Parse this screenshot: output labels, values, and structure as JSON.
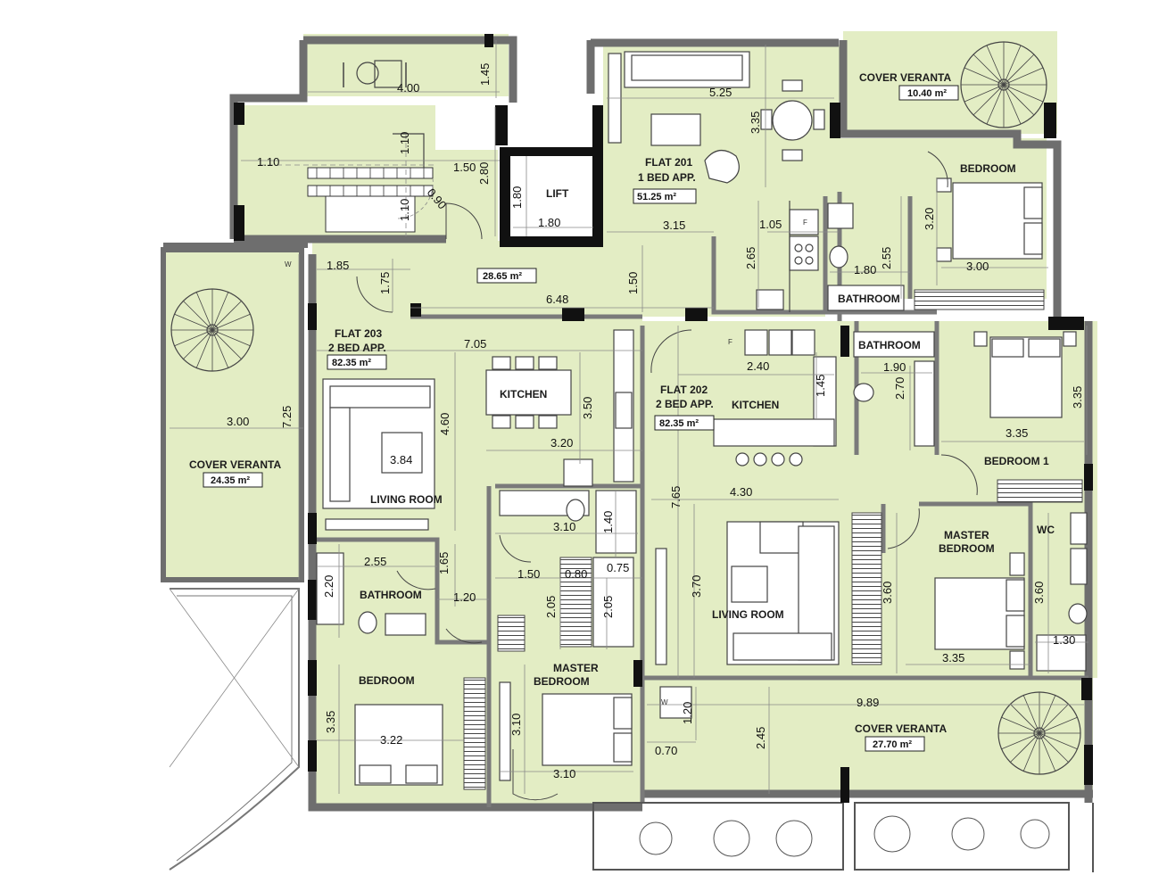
{
  "flats": {
    "f201": {
      "name": "FLAT 201",
      "type": "1 BED APP.",
      "area": "51.25 m²"
    },
    "f202": {
      "name": "FLAT 202",
      "type": "2 BED APP.",
      "area": "82.35 m²"
    },
    "f203": {
      "name": "FLAT 203",
      "type": "2 BED APP.",
      "area": "82.35 m²"
    }
  },
  "rooms": {
    "lift": "LIFT",
    "corridor_area": "28.65 m²",
    "kitchen_203": "KITCHEN",
    "kitchen_202": "KITCHEN",
    "living_203": "LIVING ROOM",
    "living_202": "LIVING ROOM",
    "bathroom_203": "BATHROOM",
    "bathroom_201": "BATHROOM",
    "bathroom_202": "BATHROOM",
    "bedroom_201": "BEDROOM",
    "bedroom_203": "BEDROOM",
    "bedroom1_202": "BEDROOM 1",
    "master_203": [
      "MASTER",
      "BEDROOM"
    ],
    "master_202": [
      "MASTER",
      "BEDROOM"
    ],
    "wc_202": "WC"
  },
  "verandas": {
    "top": {
      "name": "COVER VERANTA",
      "area": "10.40 m²"
    },
    "left": {
      "name": "COVER VERANTA",
      "area": "24.35 m²"
    },
    "bottom": {
      "name": "COVER VERANTA",
      "area": "27.70 m²"
    }
  },
  "dimensions": {
    "d_400": "4.00",
    "d_145": "1.45",
    "d_525": "5.25",
    "d_335a": "3.35",
    "d_110a": "1.10",
    "d_110b": "1.10",
    "d_110c": "1.10",
    "d_150a": "1.50",
    "d_280": "2.80",
    "d_090": "0.90",
    "d_180a": "1.80",
    "d_180b": "1.80",
    "d_315": "3.15",
    "d_105": "1.05",
    "d_265": "2.65",
    "d_180c": "1.80",
    "d_255a": "2.55",
    "d_320": "3.20",
    "d_300a": "3.00",
    "d_185": "1.85",
    "d_175": "1.75",
    "d_648": "6.48",
    "d_150b": "1.50",
    "d_705": "7.05",
    "d_350": "3.50",
    "d_460": "4.60",
    "d_384": "3.84",
    "d_320b": "3.20",
    "d_300b": "3.00",
    "d_725": "7.25",
    "d_240": "2.40",
    "d_145b": "1.45",
    "d_190": "1.90",
    "d_270": "2.70",
    "d_335b": "3.35",
    "d_335c": "3.35",
    "d_430": "4.30",
    "d_765": "7.65",
    "d_310a": "3.10",
    "d_140": "1.40",
    "d_150c": "1.50",
    "d_080": "0.80",
    "d_075": "0.75",
    "d_255b": "2.55",
    "d_165": "1.65",
    "d_220": "2.20",
    "d_120a": "1.20",
    "d_205a": "2.05",
    "d_205b": "2.05",
    "d_370": "3.70",
    "d_360a": "3.60",
    "d_360b": "3.60",
    "d_130": "1.30",
    "d_335d": "3.35",
    "d_989": "9.89",
    "d_120b": "1.20",
    "d_245": "2.45",
    "d_070": "0.70",
    "d_335e": "3.35",
    "d_322": "3.22",
    "d_310b": "3.10",
    "d_310c": "3.10"
  },
  "markers": {
    "w": "W",
    "f": "F"
  }
}
